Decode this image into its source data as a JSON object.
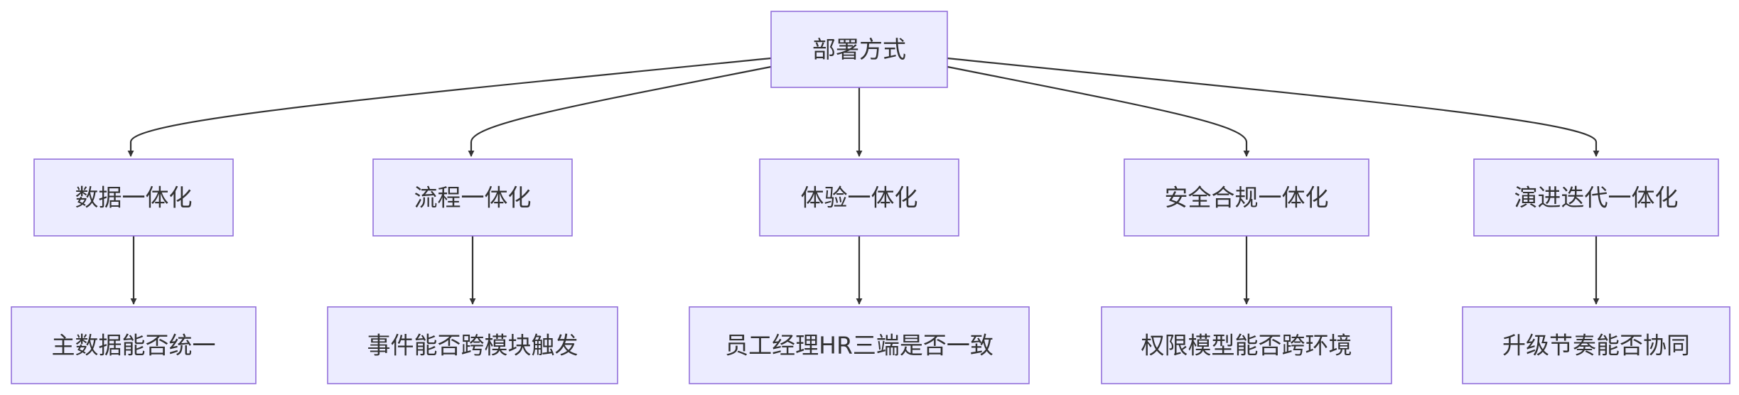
{
  "diagram": {
    "type": "flowchart",
    "direction": "top-down",
    "colors": {
      "node_fill": "#ececff",
      "node_border": "#9370db",
      "edge": "#333333",
      "text": "#333333"
    },
    "nodes": [
      {
        "id": "root",
        "label": "部署方式"
      },
      {
        "id": "data",
        "label": "数据一体化"
      },
      {
        "id": "process",
        "label": "流程一体化"
      },
      {
        "id": "experience",
        "label": "体验一体化"
      },
      {
        "id": "security",
        "label": "安全合规一体化"
      },
      {
        "id": "evolution",
        "label": "演进迭代一体化"
      },
      {
        "id": "master-data",
        "label": "主数据能否统一"
      },
      {
        "id": "event",
        "label": "事件能否跨模块触发"
      },
      {
        "id": "three-ends",
        "label": "员工经理HR三端是否一致"
      },
      {
        "id": "permission",
        "label": "权限模型能否跨环境"
      },
      {
        "id": "upgrade",
        "label": "升级节奏能否协同"
      }
    ],
    "edges": [
      {
        "from": "root",
        "to": "data"
      },
      {
        "from": "root",
        "to": "process"
      },
      {
        "from": "root",
        "to": "experience"
      },
      {
        "from": "root",
        "to": "security"
      },
      {
        "from": "root",
        "to": "evolution"
      },
      {
        "from": "data",
        "to": "master-data"
      },
      {
        "from": "process",
        "to": "event"
      },
      {
        "from": "experience",
        "to": "three-ends"
      },
      {
        "from": "security",
        "to": "permission"
      },
      {
        "from": "evolution",
        "to": "upgrade"
      }
    ]
  }
}
